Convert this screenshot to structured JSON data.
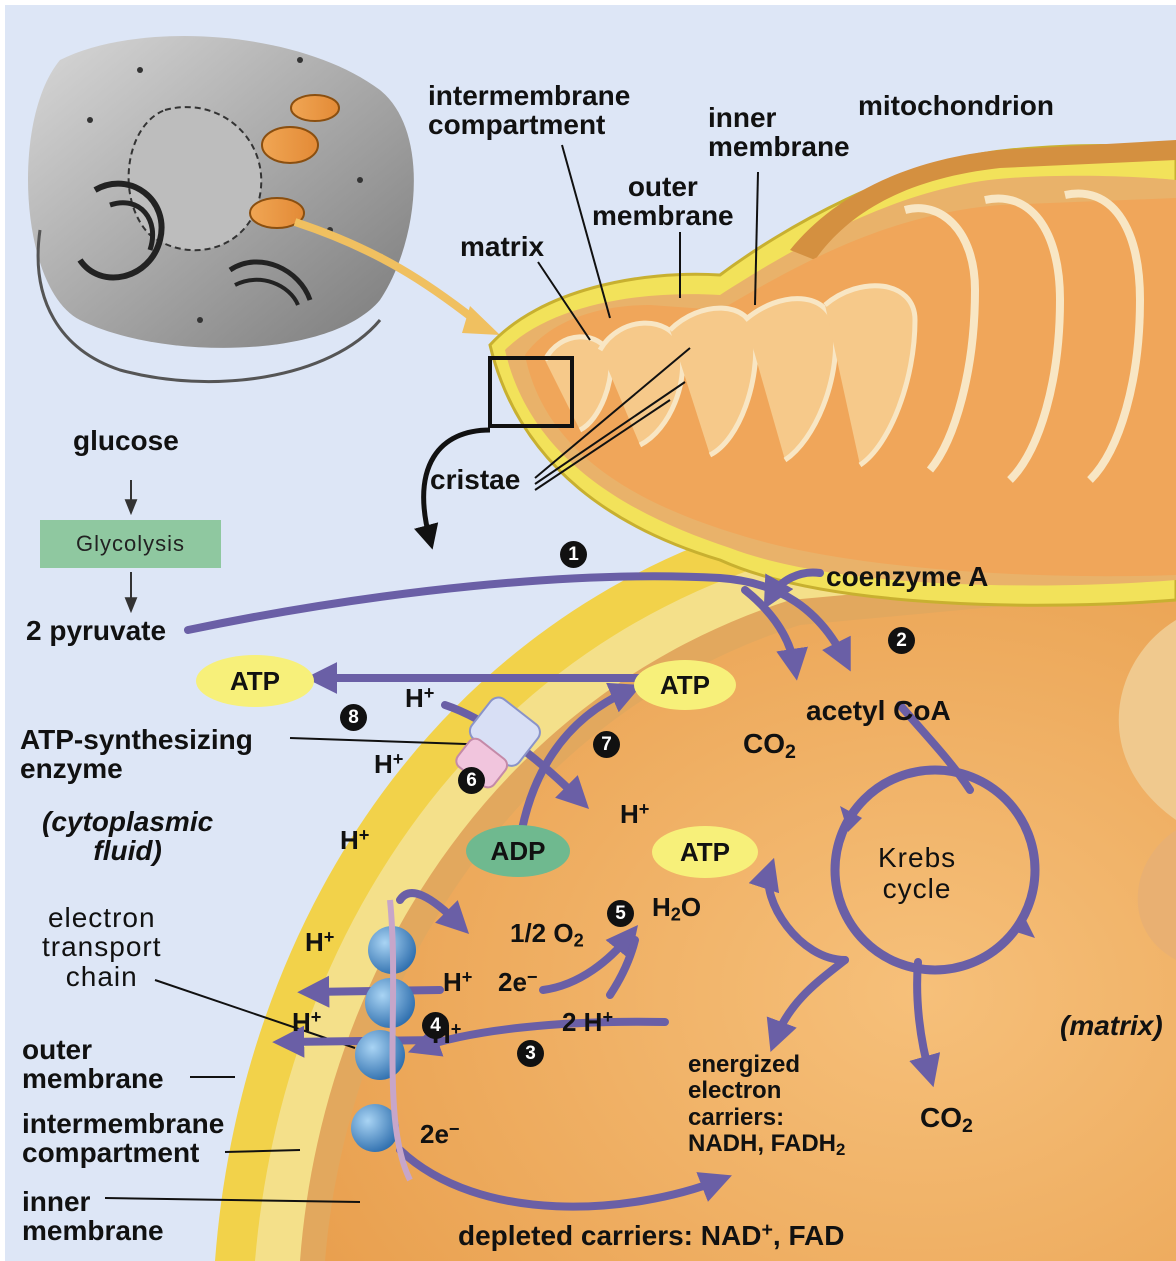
{
  "labels": {
    "intermembrane_compartment_top": "intermembrane\ncompartment",
    "inner_membrane_top": "inner\nmembrane",
    "mitochondrion": "mitochondrion",
    "outer_membrane_top": "outer\nmembrane",
    "matrix_top": "matrix",
    "cristae": "cristae",
    "glucose": "glucose",
    "glycolysis": "Glycolysis",
    "pyruvate": "2 pyruvate",
    "coenzyme_a": "coenzyme A",
    "acetyl_coa": "acetyl CoA",
    "atp_synthesizing_enzyme": "ATP-synthesizing\nenzyme",
    "cytoplasmic_fluid": "(cytoplasmic\nfluid)",
    "electron_transport_chain": "electron\ntransport\nchain",
    "outer_membrane_bottom": "outer\nmembrane",
    "intermembrane_compartment_bottom": "intermembrane\ncompartment",
    "inner_membrane_bottom": "inner\nmembrane",
    "krebs_cycle": "Krebs\ncycle",
    "matrix_right": "(matrix)",
    "energized_carriers": "energized\nelectron\ncarriers:\nNADH, FADH",
    "energized_carriers_sub": "2",
    "depleted_carriers": "depleted carriers: NAD",
    "depleted_carriers_sup": "+",
    "depleted_carriers_tail": ", FAD",
    "co2_main": "CO",
    "co2_sub": "2",
    "h_plus_base": "H",
    "h_plus_sup": "+",
    "two_h_plus": "2 H",
    "half_o2": "1/2 O",
    "o2_sub": "2",
    "h2o_h": "H",
    "h2o_sub": "2",
    "h2o_o": "O",
    "two_e": "2e",
    "e_sup": "−",
    "atp": "ATP",
    "adp": "ADP"
  },
  "steps": [
    "1",
    "2",
    "3",
    "4",
    "5",
    "6",
    "7",
    "8"
  ],
  "colors": {
    "background": "#dde6f6",
    "cytoplasm_yellow": "#f2d24a",
    "matrix_orange": "#f3b266",
    "arrow_purple": "#6a5fa6",
    "atp_pill": "#f7f07a",
    "adp_pill": "#6fb98f",
    "glycolysis_box": "#8fc8a0",
    "etc_protein": "#5a97cc"
  }
}
